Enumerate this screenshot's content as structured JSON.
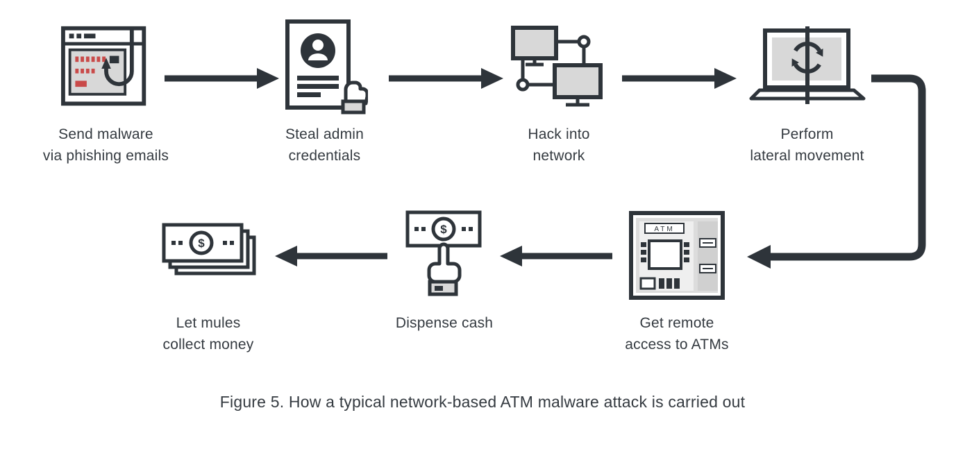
{
  "figure": {
    "caption": "Figure 5. How a typical network-based ATM malware attack is carried out"
  },
  "colors": {
    "ink": "#2e343a",
    "light_gray": "#d8d8d8",
    "accent_red": "#c94a49",
    "background": "#ffffff",
    "text": "#343a40"
  },
  "steps": [
    {
      "label": "Send malware\nvia phishing emails",
      "icon": "phishing-email-icon"
    },
    {
      "label": "Steal admin\ncredentials",
      "icon": "admin-credentials-icon"
    },
    {
      "label": "Hack into\nnetwork",
      "icon": "network-computers-icon"
    },
    {
      "label": "Perform\nlateral movement",
      "icon": "lateral-movement-laptop-icon"
    },
    {
      "label": "Get remote\naccess to ATMs",
      "icon": "atm-machine-icon"
    },
    {
      "label": "Dispense cash",
      "icon": "hand-dispensing-cash-icon"
    },
    {
      "label": "Let mules\ncollect money",
      "icon": "money-stack-icon"
    }
  ],
  "icon_text": {
    "atm_sign": "ATM",
    "dollar_sign": "$"
  }
}
